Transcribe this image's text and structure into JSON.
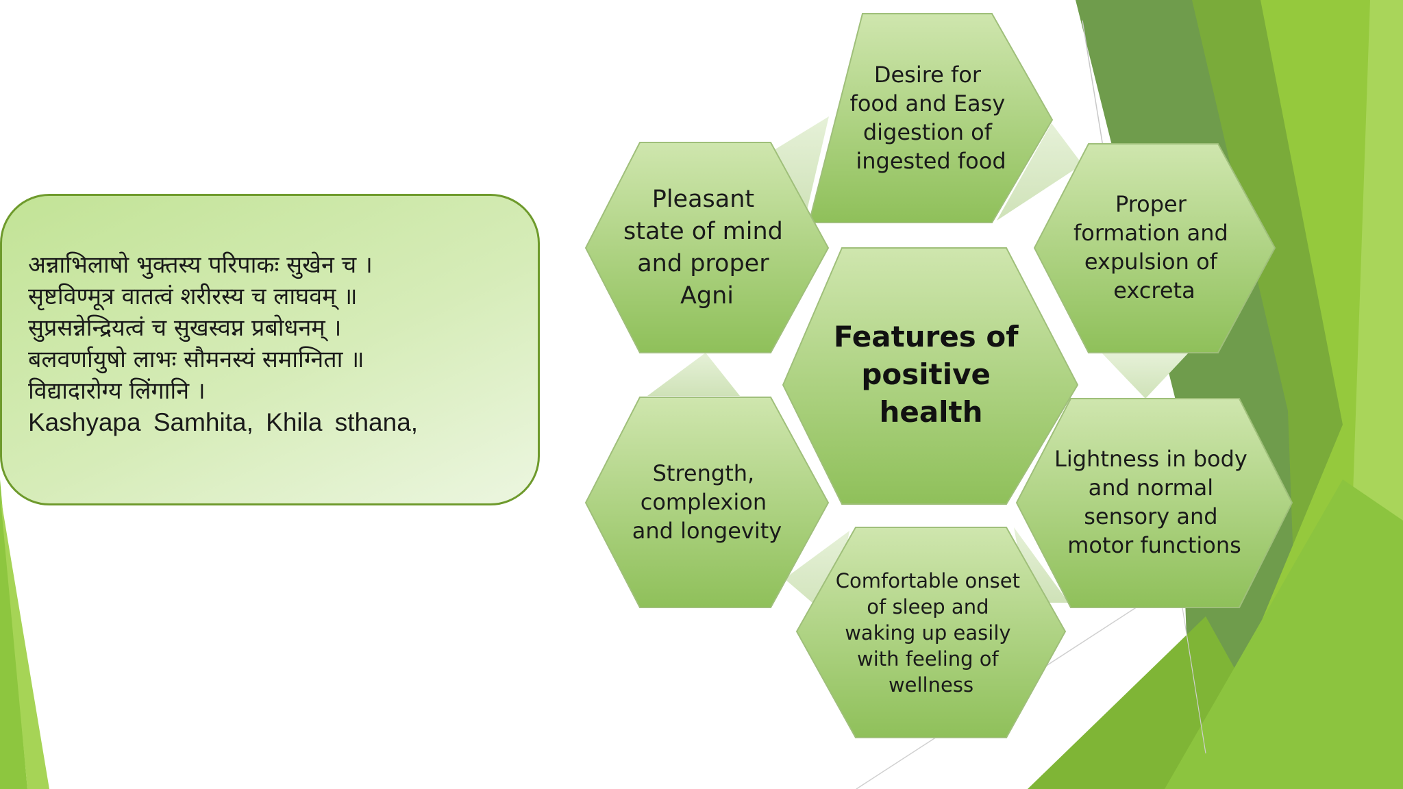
{
  "quote": {
    "lines": [
      "अन्नाभिलाषो भुक्तस्य परिपाकः सुखेन च ।",
      "सृष्टविण्मूत्र वातत्वं शरीरस्य च लाघवम् ॥",
      "सुप्रसन्नेन्द्रियत्वं च सुखस्वप्न प्रबोधनम् ।",
      "बलवर्णायुषो लाभः सौमनस्यं समाग्निता ॥",
      "विद्यादारोग्य लिंगानि ।"
    ],
    "source": "Kashyapa Samhita, Khila sthana,"
  },
  "diagram": {
    "center": [
      "Features of",
      "positive",
      "health"
    ],
    "petals": [
      {
        "id": "top",
        "lines": [
          "Desire for",
          "food and Easy",
          "digestion of",
          "ingested food"
        ]
      },
      {
        "id": "top-right",
        "lines": [
          "Proper",
          "formation and",
          "expulsion of",
          "excreta"
        ]
      },
      {
        "id": "bottom-right",
        "lines": [
          "Lightness in body",
          "and normal",
          "sensory and",
          "motor functions"
        ]
      },
      {
        "id": "bottom",
        "lines": [
          "Comfortable onset",
          "of sleep and",
          "waking up easily",
          "with feeling of",
          "wellness"
        ]
      },
      {
        "id": "bottom-left",
        "lines": [
          "Strength,",
          "complexion",
          "and longevity"
        ]
      },
      {
        "id": "top-left",
        "lines": [
          "Pleasant",
          "state of mind",
          "and proper",
          "Agni"
        ]
      }
    ]
  },
  "colors": {
    "hex_fill_top": "#cfe6ae",
    "hex_fill_bottom": "#8fc05a",
    "hex_stroke": "#9fbf7a",
    "box_border": "#6e9a2c",
    "accent_dark": "#5f9a2a",
    "accent_light": "#9ccc3c"
  }
}
